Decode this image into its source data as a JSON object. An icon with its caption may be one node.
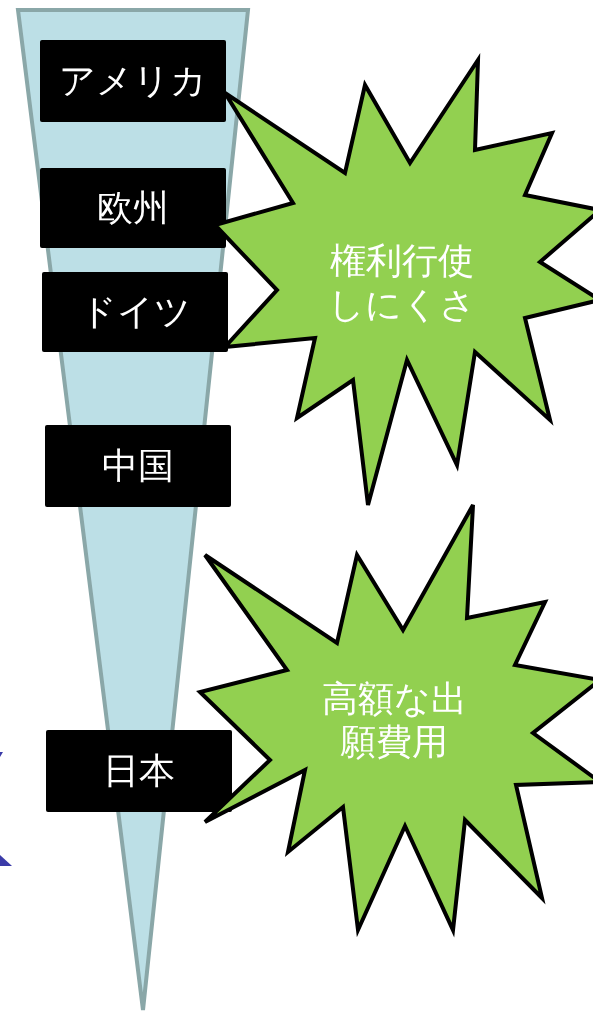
{
  "diagram": {
    "nodes": [
      {
        "text": [],
        "shape": "triangle"
      },
      {
        "text": [
          "アメリカ"
        ],
        "in": 0
      },
      {
        "text": [
          "欧州"
        ],
        "in": 0
      },
      {
        "text": [
          "ドイツ"
        ],
        "in": 0
      },
      {
        "text": [
          "中国"
        ],
        "in": 0
      },
      {
        "text": [
          "日本"
        ],
        "in": 0
      },
      {
        "text": [
          "権利行使しにくさ"
        ]
      },
      {
        "text": [
          "高額な出願費用"
        ]
      }
    ]
  }
}
